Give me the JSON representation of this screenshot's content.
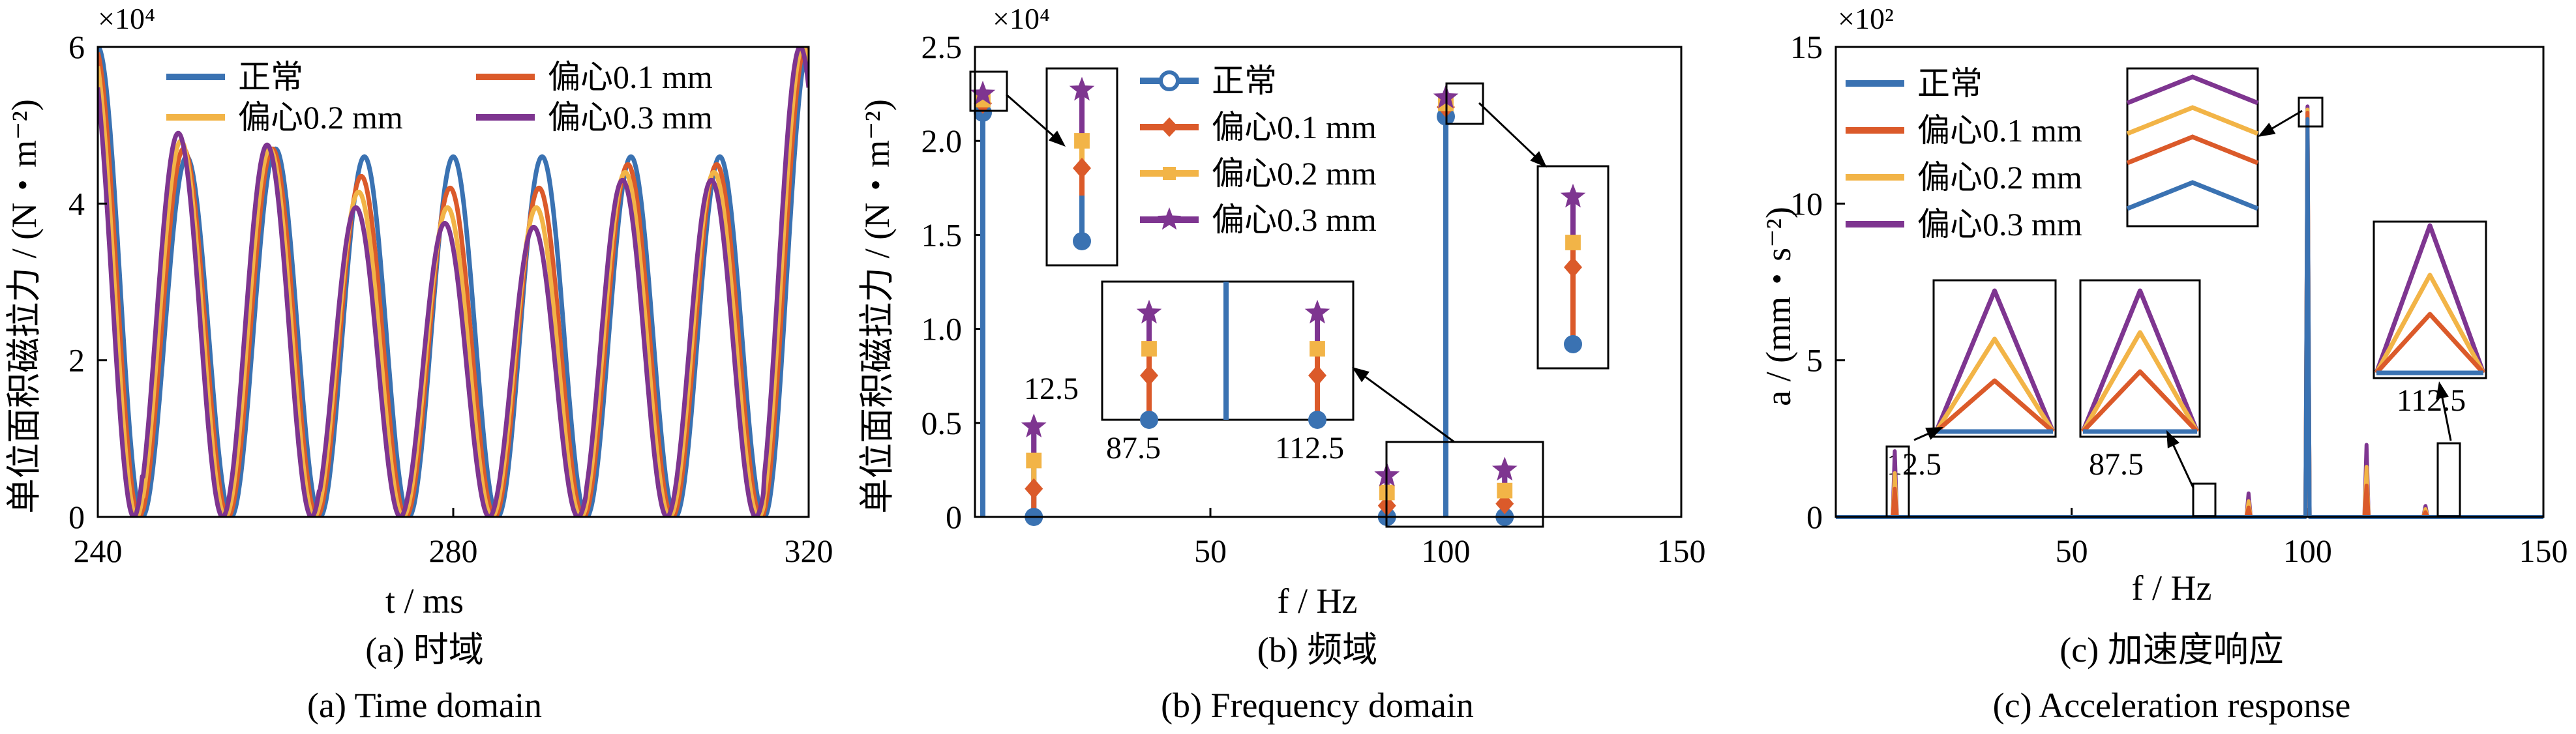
{
  "colors": {
    "normal": "#3A72B2",
    "ecc_0_1": "#DB5A2A",
    "ecc_0_2": "#F2B447",
    "ecc_0_3": "#7E3590"
  },
  "chart_data": [
    {
      "type": "line",
      "title": "",
      "xlabel": "t / ms",
      "ylabel": "单位面积磁拉力 / (N・m⁻²)",
      "y_multiplier": "×10⁴",
      "xlim": [
        240,
        320
      ],
      "ylim": [
        0,
        6
      ],
      "x_ticks": [
        "240",
        "280",
        "320"
      ],
      "y_ticks": [
        "0",
        "2",
        "4",
        "6"
      ],
      "legend_loc": "top",
      "caption_cn": "(a)  时域",
      "caption_en": "(a)  Time domain",
      "period_ms": 10,
      "peak_times_ms": [
        250,
        260,
        270,
        280,
        290,
        300,
        310
      ],
      "series": [
        {
          "name": "正常",
          "color_key": "normal",
          "peaks": [
            4.6,
            4.7,
            4.6,
            4.6,
            4.6,
            4.6,
            4.6
          ]
        },
        {
          "name": "偏心0.1 mm",
          "color_key": "ecc_0_1",
          "peaks": [
            4.7,
            4.7,
            4.35,
            4.2,
            4.2,
            4.5,
            4.5
          ]
        },
        {
          "name": "偏心0.2 mm",
          "color_key": "ecc_0_2",
          "peaks": [
            4.8,
            4.7,
            4.15,
            3.95,
            3.95,
            4.4,
            4.4
          ]
        },
        {
          "name": "偏心0.3 mm",
          "color_key": "ecc_0_3",
          "peaks": [
            4.9,
            4.75,
            3.95,
            3.75,
            3.7,
            4.3,
            4.3
          ]
        }
      ]
    },
    {
      "type": "stem",
      "title": "",
      "xlabel": "f / Hz",
      "ylabel": "单位面积磁拉力 / (N・m⁻²)",
      "y_multiplier": "×10⁴",
      "xlim": [
        0,
        150
      ],
      "ylim": [
        0,
        2.5
      ],
      "x_ticks": [
        "50",
        "100",
        "150"
      ],
      "y_ticks": [
        "0",
        "0.5",
        "1.0",
        "1.5",
        "2.0",
        "2.5"
      ],
      "legend_loc": "top-right",
      "caption_cn": "(b)  频域",
      "caption_en": "(b)  Frequency domain",
      "annotations": [
        "12.5",
        "87.5",
        "112.5"
      ],
      "frequencies": [
        0,
        12.5,
        87.5,
        100,
        112.5
      ],
      "series": [
        {
          "name": "正常",
          "color_key": "normal",
          "marker": "circle",
          "values": [
            2.15,
            0.0,
            0.0,
            2.13,
            0.0
          ]
        },
        {
          "name": "偏心0.1 mm",
          "color_key": "ecc_0_1",
          "marker": "diamond",
          "values": [
            2.2,
            0.15,
            0.06,
            2.18,
            0.07
          ]
        },
        {
          "name": "偏心0.2 mm",
          "color_key": "ecc_0_2",
          "marker": "square",
          "values": [
            2.22,
            0.3,
            0.13,
            2.2,
            0.14
          ]
        },
        {
          "name": "偏心0.3 mm",
          "color_key": "ecc_0_3",
          "marker": "star",
          "values": [
            2.25,
            0.48,
            0.22,
            2.23,
            0.25
          ]
        }
      ]
    },
    {
      "type": "line",
      "title": "",
      "xlabel": "f / Hz",
      "ylabel": "a / (mm・s⁻²)",
      "y_multiplier": "×10²",
      "xlim": [
        0,
        150
      ],
      "ylim": [
        0,
        15
      ],
      "x_ticks": [
        "50",
        "100",
        "150"
      ],
      "y_ticks": [
        "0",
        "5",
        "10",
        "15"
      ],
      "legend_loc": "top-left",
      "caption_cn": "(c)  加速度响应",
      "caption_en": "(c)  Acceleration response",
      "annotations": [
        "12.5",
        "87.5",
        "112.5"
      ],
      "peaks_hz": [
        12.5,
        87.5,
        100,
        112.5,
        125
      ],
      "series": [
        {
          "name": "正常",
          "color_key": "normal",
          "peak_values": [
            0.0,
            0.0,
            12.7,
            0.0,
            0.0
          ]
        },
        {
          "name": "偏心0.1 mm",
          "color_key": "ecc_0_1",
          "peak_values": [
            0.9,
            0.3,
            12.9,
            1.0,
            0.15
          ]
        },
        {
          "name": "偏心0.2 mm",
          "color_key": "ecc_0_2",
          "peak_values": [
            1.4,
            0.5,
            13.0,
            1.6,
            0.25
          ]
        },
        {
          "name": "偏心0.3 mm",
          "color_key": "ecc_0_3",
          "peak_values": [
            2.1,
            0.75,
            13.1,
            2.3,
            0.35
          ]
        }
      ]
    }
  ]
}
